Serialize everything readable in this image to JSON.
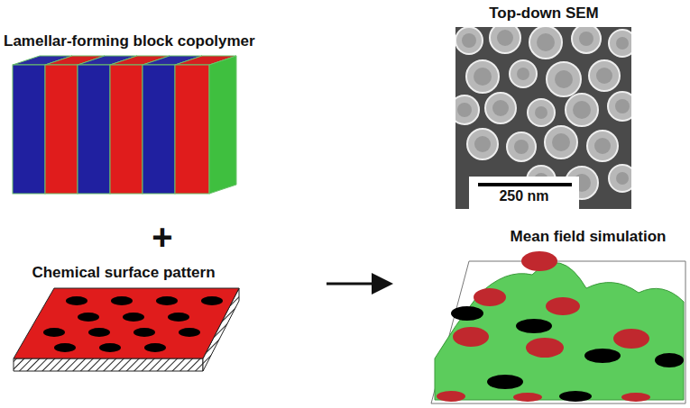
{
  "diagram": {
    "labels": [
      "Lamellar-forming block copolymer",
      "+",
      "Chemical surface pattern",
      "Top-down SEM",
      "250 nm",
      "Mean field simulation"
    ]
  }
}
